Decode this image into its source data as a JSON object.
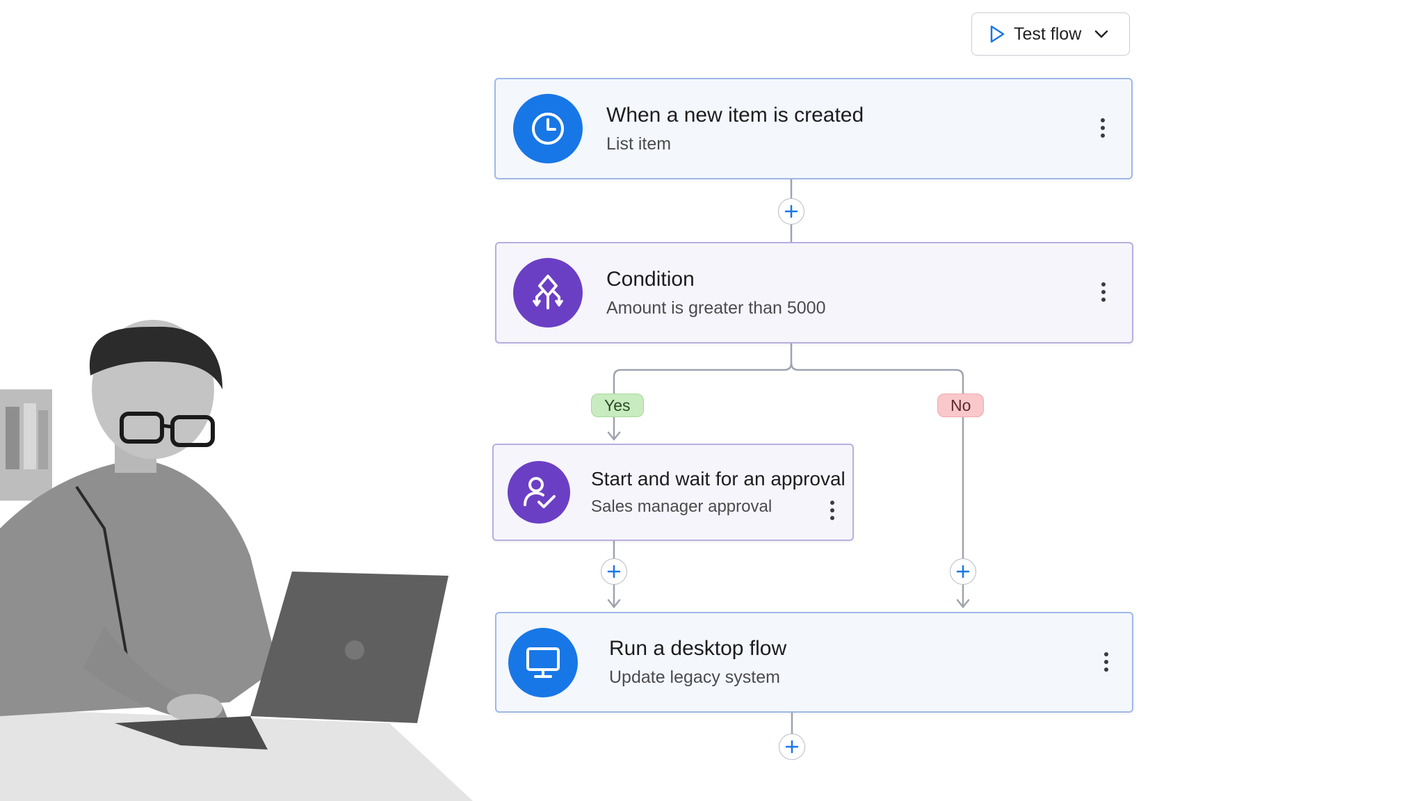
{
  "toolbar": {
    "test_flow_label": "Test flow"
  },
  "steps": [
    {
      "title": "When a new item is created",
      "subtitle": "List item",
      "icon": "clock-icon",
      "color": "#1877e6"
    },
    {
      "title": "Condition",
      "subtitle": "Amount is greater than 5000",
      "icon": "condition-icon",
      "color": "#6b3fc4"
    },
    {
      "title": "Start and wait for an approval",
      "subtitle": "Sales manager approval",
      "icon": "approval-icon",
      "color": "#6b3fc4"
    },
    {
      "title": "Run a desktop flow",
      "subtitle": "Update legacy system",
      "icon": "monitor-icon",
      "color": "#1877e6"
    }
  ],
  "branches": {
    "yes_label": "Yes",
    "no_label": "No"
  },
  "colors": {
    "accent": "#1877e6",
    "purple": "#6b3fc4",
    "yes_bg": "#c8ebc0",
    "no_bg": "#f9c8cb"
  }
}
